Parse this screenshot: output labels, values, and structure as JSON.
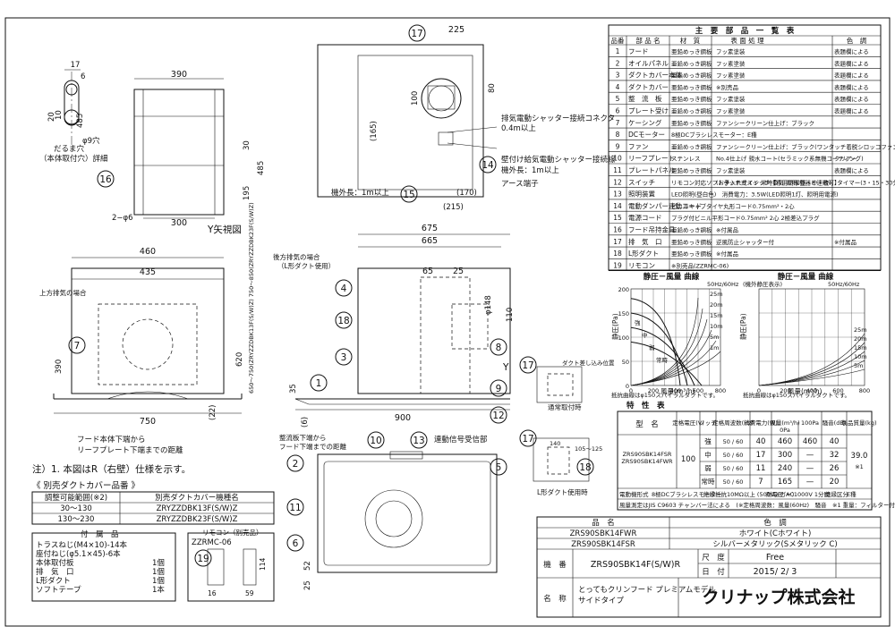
{
  "parts_table": {
    "title": "主　要　部　品　一　覧　表",
    "headers": [
      "品番",
      "部 品 名",
      "材　質",
      "表 面 処 理",
      "色　調"
    ],
    "rows": [
      [
        "1",
        "フード",
        "亜鉛めっき鋼板",
        "フッ素塗装",
        "表題欄による"
      ],
      [
        "2",
        "オイルパネル",
        "亜鉛めっき鋼板",
        "フッ素塗装",
        "表題欄による"
      ],
      [
        "3",
        "ダクトカバー本体",
        "亜鉛めっき鋼板",
        "フッ素塗装",
        "表題欄による"
      ],
      [
        "4",
        "ダクトカバー",
        "亜鉛めっき鋼板",
        "※別売品",
        "表題欄による"
      ],
      [
        "5",
        "整　流　板",
        "亜鉛めっき鋼板",
        "フッ素塗装",
        "表題欄による"
      ],
      [
        "6",
        "プレート受け",
        "亜鉛めっき鋼板",
        "フッ素塗装",
        "表題欄による"
      ],
      [
        "7",
        "ケーシング",
        "亜鉛めっき鋼板",
        "ファンシークリーン仕上げ：ブラック",
        ""
      ],
      [
        "8",
        "DCモーター",
        "8極DCブラシレスモーター：E種",
        "",
        ""
      ],
      [
        "9",
        "ファン",
        "亜鉛めっき鋼板",
        "ファンシークリーン仕上げ：ブラック(ワンタッチ着脱シロッコファン)",
        ""
      ],
      [
        "10",
        "リーフプレート",
        "ステンレス",
        "No.4仕上げ 親水コート(セラミック系無機コーティング)",
        "クリアー"
      ],
      [
        "11",
        "プレートパネル",
        "亜鉛めっき鋼板",
        "フッ素塗装",
        "表題欄による"
      ],
      [
        "12",
        "スイッチ",
        "リモコン対応ソフトタッチ式スイッチ【専用調理機器と連動可】",
        "(お手入れサイン 常時換気 照明(昼・中・夜)、タイマー(3・15・30分)、切)",
        ""
      ],
      [
        "13",
        "照明装置",
        "LED照明(昼白色)　消費電力：3.5W(LED照明1灯、照明用電源)",
        "",
        ""
      ],
      [
        "14",
        "電動ダンパー連動コード",
        "ビニルキャブタイヤ丸形コード0.75mm²・2心",
        "",
        ""
      ],
      [
        "15",
        "電源コード",
        "プラグ付ビニル平形コード0.75mm² 2心 2極差込プラグ",
        "",
        ""
      ],
      [
        "16",
        "フード吊持金具",
        "亜鉛めっき鋼板",
        "※付属品",
        ""
      ],
      [
        "17",
        "排　気　口",
        "亜鉛めっき鋼板",
        "逆風防止シャッター付",
        "※付属品"
      ],
      [
        "18",
        "L形ダクト",
        "亜鉛めっき鋼板",
        "※付属品",
        ""
      ],
      [
        "19",
        "リモコン",
        "※別売品(ZZRMC-06)",
        "",
        ""
      ]
    ]
  },
  "charts": {
    "left_title": "静圧－風量 曲線",
    "right_title": "静圧－風量 曲線",
    "freq": "50Hz/60Hz",
    "ylabel": "静圧(Pa)",
    "xlabel": "風量(m³/h)",
    "right_sub": "(機外静圧表示)",
    "note_left": "抵抗曲線はφ150スパイラルダクトです。",
    "note_right": "抵抗曲線はφ150スパイラルダクトです。",
    "left_yticks": [
      "200",
      "150",
      "100",
      "50",
      "0"
    ],
    "xticks": [
      "0",
      "200",
      "400",
      "600",
      "800"
    ],
    "left_levels": [
      "強",
      "中",
      "弱",
      "常時"
    ],
    "left_lengths": [
      "25m",
      "20m",
      "15m",
      "10m",
      "5m",
      "1m"
    ],
    "right_lengths": [
      "25m",
      "20m",
      "15m",
      "10m",
      "5m"
    ]
  },
  "spec": {
    "title": "特　性　表",
    "model_label": "型　名",
    "models": [
      "ZRS90SBK14FSR",
      "ZRS90SBK14FWR"
    ],
    "voltage": "100",
    "headers": [
      "定格電圧(V)",
      "ノッチ",
      "定格周波数(Hz)",
      "消費電力(W)",
      "風量(m³/h) 0Pa",
      "100Pa",
      "騒音(dB)",
      "製品質量(kg)"
    ],
    "rows": [
      [
        "強",
        "50 / 60",
        "40",
        "460",
        "460",
        "40"
      ],
      [
        "中",
        "50 / 60",
        "17",
        "300",
        "—",
        "32"
      ],
      [
        "弱",
        "50 / 60",
        "11",
        "240",
        "—",
        "26"
      ],
      [
        "常時",
        "50 / 60",
        "7",
        "165",
        "—",
        "20"
      ]
    ],
    "mass": "39.0",
    "mass_note": "※1",
    "footer": [
      "電動機形式",
      "8極DCブラシレスモーター",
      "絶縁抵抗",
      "10MΩ以上 (500Vメガー)",
      "耐電圧",
      "AC1000V 1分間",
      "絶縁区分",
      "E種"
    ],
    "footnote": "風量測定はJIS C9603 チャンバー法による　(※定格周波数：風量(60Hz)　騒音　※1 重量：フィルター付き表示含まず)"
  },
  "title_block": {
    "hinmei": "品　名",
    "shikicho": "色　調",
    "v1": "ZRS90SBK14FWR",
    "c1": "ホワイト(Cホワイト)",
    "v2": "ZRS90SBK14FSR",
    "c2": "シルバーメタリック(Sメタリック C)",
    "kiban_label": "機　番",
    "kiban": "ZRS90SBK14F(S/W)R",
    "scale_label": "尺　度",
    "scale": "Free",
    "date_label": "日　付",
    "date": "2015/ 2/ 3",
    "name_label": "名　称",
    "name1": "とってもクリンフード プレミアムモデル",
    "name2": "サイドタイプ",
    "company": "クリナップ株式会社"
  },
  "notes": {
    "note1": "注）1. 本図はR（右壁）仕様を示す。",
    "duct_title": "《 別売ダクトカバー品番 》",
    "duct_header": [
      "調整可能範囲(※2)",
      "別売ダクトカバー機種名"
    ],
    "duct_rows": [
      [
        "30～130",
        "ZRYZZDBK13F(S/W)Z"
      ],
      [
        "130～230",
        "ZRYZZDBK23F(S/W)Z"
      ]
    ],
    "acc_title": "付　属　品",
    "acc_rows": [
      [
        "トラスねじ(M4×10)-14本"
      ],
      [
        "座付ねじ(φ5.1×45)-6本"
      ],
      [
        "本体取付板",
        "1個"
      ],
      [
        "排　気　口",
        "1個"
      ],
      [
        "L形ダクト",
        "1個"
      ],
      [
        "ソフトテープ",
        "1本"
      ]
    ],
    "remocon_title": "リモコン（別売品）",
    "remocon_model": "ZZRMC-06"
  },
  "drawing": {
    "y_view": "Y矢視図",
    "detail_label": "だるま穴",
    "detail_sub": "（本体取付穴）詳細",
    "hole": "φ9穴",
    "cable1": "排気電動シャッター接続コネクタ",
    "cable1_len": "0.4m以上",
    "cable2": "壁付け給気電動シャッター接続線",
    "cable2_len": "機外長：1m以上",
    "earth": "アース端子",
    "power_len": "機外長：1m以上",
    "rear_exhaust": "後方排気の場合",
    "rear_exhaust_sub": "（L形ダクト使用）",
    "top_exhaust": "上方排気の場合",
    "y_mark": "Y",
    "hood_bottom": "フード本体下端から",
    "leaf_bottom": "リーフプレート下端までの距離",
    "rect_bottom": "整流板下端から",
    "rect_bottom2": "フード下端までの距離",
    "signal": "連動信号受信部",
    "normal_mount": "通常取付時",
    "l_duct_use": "L形ダクト使用時",
    "duct_label": "ダクト差し込み位置",
    "dims": {
      "d17": "17",
      "d6": "6",
      "d10": "10",
      "d20": "20",
      "d485": "485",
      "d390": "390",
      "d30": "30",
      "d195": "195",
      "d300": "300",
      "d2phi6": "2−φ6",
      "d225": "225",
      "d100": "100",
      "d80": "80",
      "d165": "(165)",
      "d170": "(170)",
      "d215": "(215)",
      "d675": "675",
      "d665": "665",
      "d460": "460",
      "d435": "435",
      "d65": "65",
      "d25": "25",
      "d148": "φ148",
      "d110": "110",
      "d620": "620",
      "d750": "750",
      "d900": "900",
      "d35": "35",
      "d22": "(22)",
      "d6b": "(6)",
      "d52": "52",
      "d25b": "25",
      "d52b": "52",
      "range": "650～750(ZRYZZDBK13F(S/W)Z) 750～850(ZRYZZDBK23F(S/W)Z)",
      "d140": "140",
      "d105": "105～125",
      "d114": "114",
      "d16": "16",
      "d59": "59"
    },
    "balloons": [
      "1",
      "2",
      "3",
      "4",
      "5",
      "6",
      "7",
      "8",
      "9",
      "10",
      "11",
      "12",
      "13",
      "14",
      "15",
      "16",
      "17",
      "18",
      "19"
    ]
  }
}
